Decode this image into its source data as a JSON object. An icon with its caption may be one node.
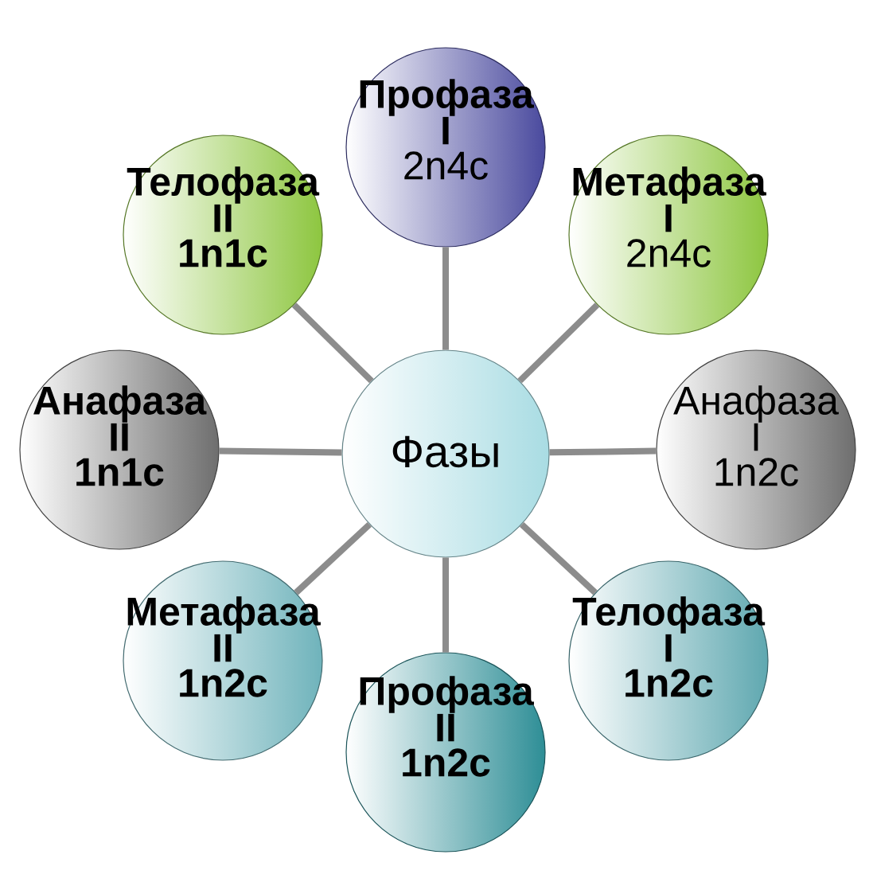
{
  "diagram": {
    "nodes": [
      {
        "text": [
          "Фазы"
        ]
      },
      {
        "text": [
          "Профаза I",
          "2n4c"
        ]
      },
      {
        "text": [
          "Метафаза I",
          "2n4c"
        ]
      },
      {
        "text": [
          "Анафаза I",
          "1n2c"
        ]
      },
      {
        "text": [
          "Телофаза I",
          "1n2c"
        ]
      },
      {
        "text": [
          "Профаза II",
          "1n2c"
        ]
      },
      {
        "text": [
          "Метафаза II",
          "1n2c"
        ]
      },
      {
        "text": [
          "Анафаза II",
          "1n1c"
        ]
      },
      {
        "text": [
          "Телофаза II",
          "1n1c"
        ]
      }
    ],
    "edges": [
      {
        "from": 0,
        "to": 1,
        "arrow": "none"
      },
      {
        "from": 0,
        "to": 2,
        "arrow": "none"
      },
      {
        "from": 0,
        "to": 3,
        "arrow": "none"
      },
      {
        "from": 0,
        "to": 4,
        "arrow": "none"
      },
      {
        "from": 0,
        "to": 5,
        "arrow": "none"
      },
      {
        "from": 0,
        "to": 6,
        "arrow": "none"
      },
      {
        "from": 0,
        "to": 7,
        "arrow": "none"
      },
      {
        "from": 0,
        "to": 8,
        "arrow": "none"
      }
    ]
  }
}
